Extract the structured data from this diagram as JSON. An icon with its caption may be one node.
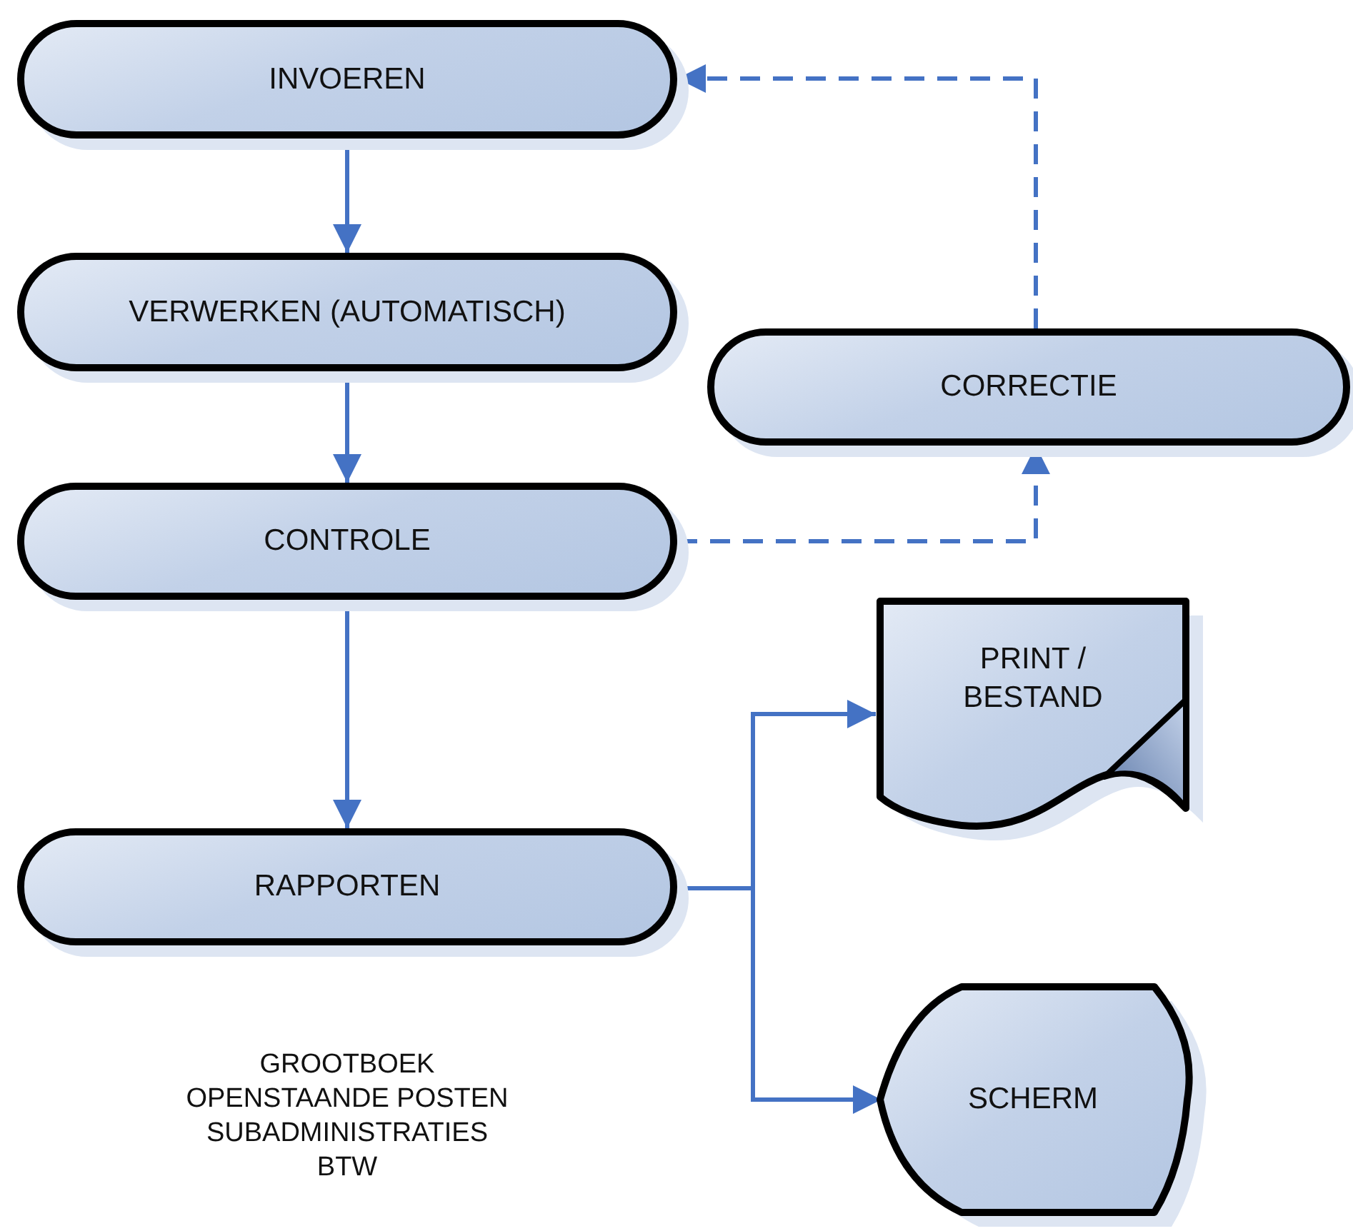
{
  "diagram": {
    "nodes": [
      {
        "text": [
          "INVOEREN"
        ]
      },
      {
        "text": [
          "VERWERKEN (AUTOMATISCH)"
        ]
      },
      {
        "text": [
          "CORRECTIE"
        ]
      },
      {
        "text": [
          "CONTROLE"
        ]
      },
      {
        "text": [
          "PRINT / BESTAND"
        ]
      },
      {
        "text": [
          "RAPPORTEN"
        ]
      },
      {
        "text": [
          "SCHERM"
        ]
      }
    ],
    "edges": [
      {
        "from": 0,
        "to": 1,
        "arrow": "to"
      },
      {
        "from": 1,
        "to": 3,
        "arrow": "to"
      },
      {
        "from": 3,
        "to": 2,
        "arrow": "to",
        "style": "dashed"
      },
      {
        "from": 2,
        "to": 0,
        "arrow": "to",
        "style": "dashed"
      },
      {
        "from": 3,
        "to": 5,
        "arrow": "to"
      },
      {
        "from": 5,
        "to": 4,
        "arrow": "to"
      },
      {
        "from": 5,
        "to": 6,
        "arrow": "to"
      }
    ],
    "labels": [
      "GROOTBOEK",
      "OPENSTAANDE POSTEN",
      "SUBADMINISTRATIES",
      "BTW"
    ]
  }
}
